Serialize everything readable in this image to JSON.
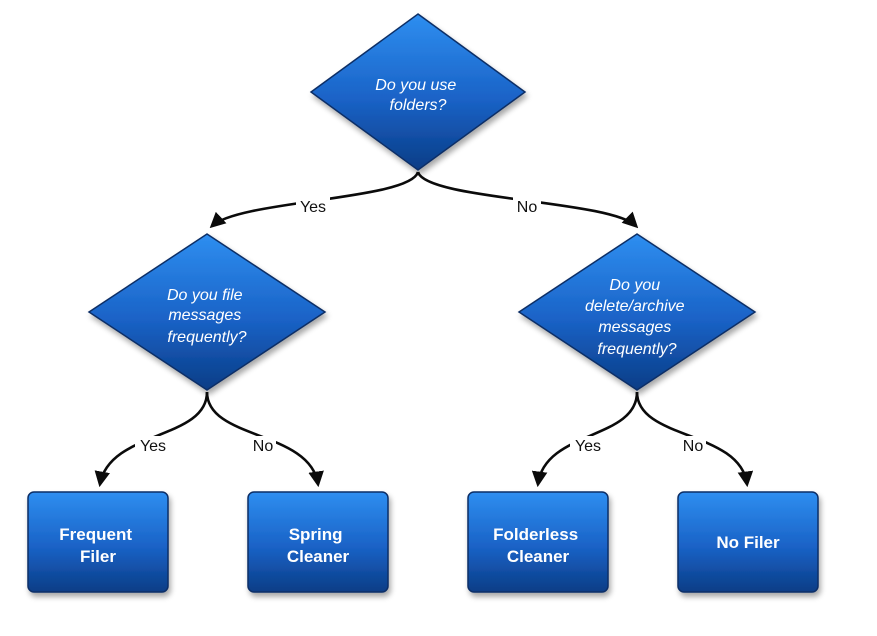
{
  "colors": {
    "shape_top": "#2e8ef0",
    "shape_bottom": "#0a3d86",
    "shape_border": "#0a2f66",
    "edge": "#0b0b0b",
    "text_on_shape": "#ffffff"
  },
  "questions": {
    "q1": {
      "lines": [
        "Do you use",
        "folders?"
      ]
    },
    "q2": {
      "lines": [
        "Do you file",
        "messages",
        "frequently?"
      ]
    },
    "q3": {
      "lines": [
        "Do you",
        "delete/archive",
        "messages",
        "frequently?"
      ]
    }
  },
  "outcomes": {
    "frequent_filer": {
      "lines": [
        "Frequent",
        "Filer"
      ]
    },
    "spring_cleaner": {
      "lines": [
        "Spring",
        "Cleaner"
      ]
    },
    "folderless_cleaner": {
      "lines": [
        "Folderless",
        "Cleaner"
      ]
    },
    "no_filer": {
      "lines": [
        "No Filer"
      ]
    }
  },
  "edge_labels": {
    "q1_yes": "Yes",
    "q1_no": "No",
    "q2_yes": "Yes",
    "q2_no": "No",
    "q3_yes": "Yes",
    "q3_no": "No"
  }
}
